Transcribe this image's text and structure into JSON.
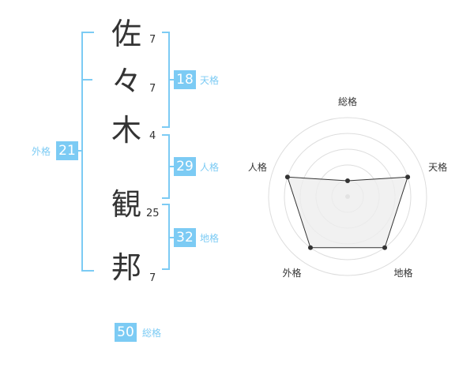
{
  "name": {
    "chars": [
      {
        "char": "佐",
        "strokes": "7"
      },
      {
        "char": "々",
        "strokes": "7"
      },
      {
        "char": "木",
        "strokes": "4"
      },
      {
        "char": "観",
        "strokes": "25"
      },
      {
        "char": "邦",
        "strokes": "7"
      }
    ]
  },
  "kaku": {
    "tenkaku": {
      "value": "18",
      "label": "天格"
    },
    "jinkaku": {
      "value": "29",
      "label": "人格"
    },
    "chikaku": {
      "value": "32",
      "label": "地格"
    },
    "gaikaku": {
      "value": "21",
      "label": "外格"
    },
    "soukaku": {
      "value": "50",
      "label": "総格"
    }
  },
  "chart_data": {
    "type": "radar",
    "axes": [
      "総格",
      "天格",
      "地格",
      "外格",
      "人格"
    ],
    "values": [
      1,
      4,
      4,
      4,
      4
    ],
    "rmax": 5,
    "grid_rings": 5,
    "colors": {
      "fill": "#eeeeee",
      "line": "#333333",
      "grid": "#dddddd",
      "accent": "#7ccbf4"
    }
  }
}
